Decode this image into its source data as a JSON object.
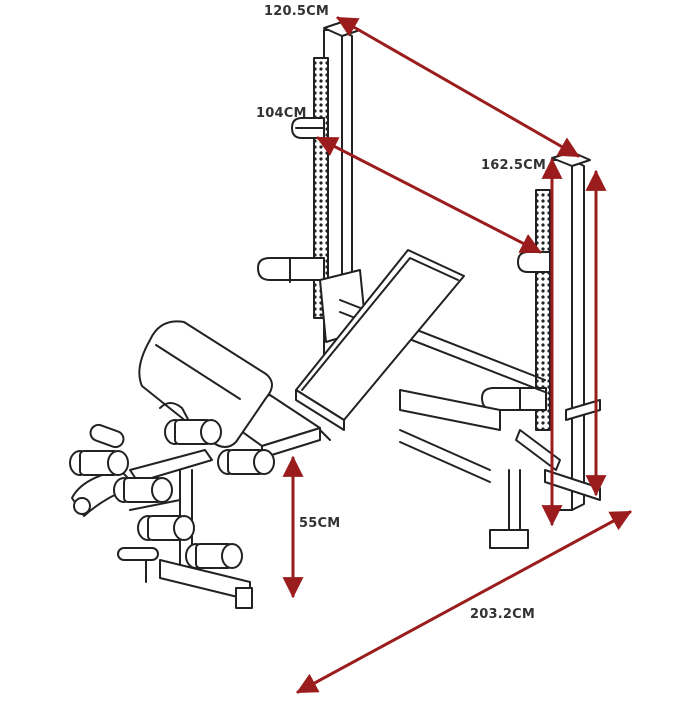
{
  "colors": {
    "dimension_line": "#9b1c1c",
    "outline": "#222222",
    "fill": "#ffffff",
    "label": "#333333"
  },
  "dimensions": {
    "width_top": "120.5CM",
    "rack_depth": "104CM",
    "rack_height": "162.5CM",
    "seat_height": "55CM",
    "total_length": "203.2CM"
  }
}
